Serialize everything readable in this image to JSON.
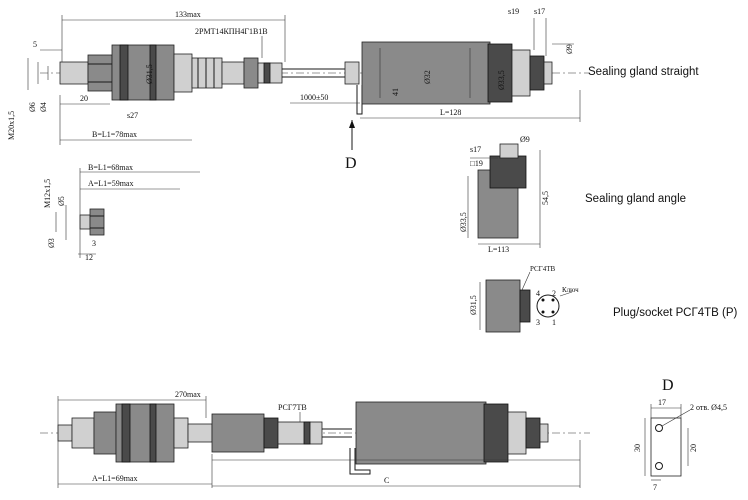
{
  "labels": {
    "sealing_straight": "Sealing gland straight",
    "sealing_angle": "Sealing gland angle",
    "plug_socket": "Plug/socket РСГ4ТВ (Р)"
  },
  "dims_top": {
    "d133": "133max",
    "connector": "2РМТ14КПН4Г1В1В",
    "d5": "5",
    "d20": "20",
    "s27": "s27",
    "d31_5": "Ø31,5",
    "m20": "M20x1,5",
    "d6": "Ø6",
    "d4": "Ø4",
    "b78": "B=L1=78max",
    "d1000": "1000±50",
    "d41": "41",
    "d32": "Ø32",
    "d33_5": "Ø33,5",
    "s19": "s19",
    "s17": "s17",
    "d9": "Ø9",
    "l128": "L=128",
    "D": "D"
  },
  "dims_small": {
    "b68": "B=L1=68max",
    "a59": "A=L1=59max",
    "m12": "M12x1,5",
    "d5": "Ø5",
    "d3": "Ø3",
    "d3b": "3",
    "d12": "12"
  },
  "dims_angle": {
    "s17": "s17",
    "d9": "Ø9",
    "sq19": "□19",
    "d54_5": "54,5",
    "d33_5": "Ø33,5",
    "l113": "L=113"
  },
  "dims_plug": {
    "d31_5": "Ø31,5",
    "name": "РСГ4ТВ",
    "p4": "4",
    "p2": "2",
    "p3": "3",
    "p1": "1",
    "key": "Ключ"
  },
  "dims_bottom": {
    "d270": "270max",
    "connector": "РСГ7ТВ",
    "a69": "A=L1=69max",
    "c": "C"
  },
  "dims_D": {
    "title": "D",
    "d17": "17",
    "holes": "2 отв. Ø4,5",
    "d30": "30",
    "d20": "20",
    "d7": "7"
  }
}
